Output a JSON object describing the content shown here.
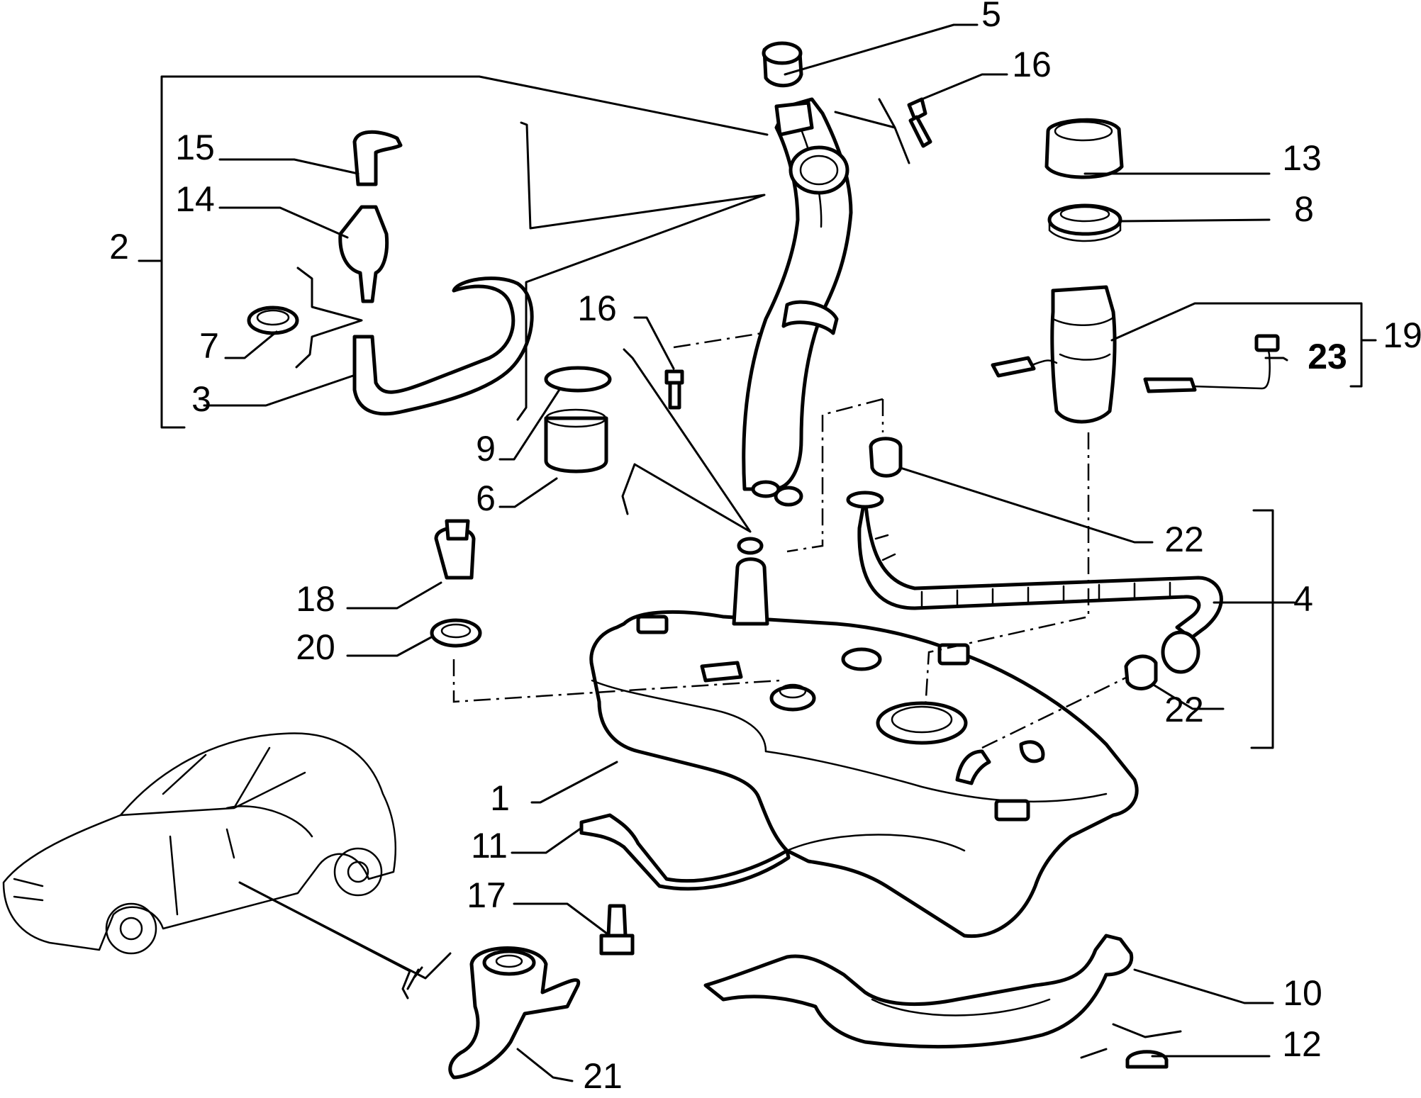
{
  "diagram": {
    "callouts": [
      {
        "id": "c1",
        "label": "1"
      },
      {
        "id": "c2",
        "label": "2"
      },
      {
        "id": "c3",
        "label": "3"
      },
      {
        "id": "c4",
        "label": "4"
      },
      {
        "id": "c5",
        "label": "5"
      },
      {
        "id": "c6",
        "label": "6"
      },
      {
        "id": "c7",
        "label": "7"
      },
      {
        "id": "c8",
        "label": "8"
      },
      {
        "id": "c9",
        "label": "9"
      },
      {
        "id": "c10",
        "label": "10"
      },
      {
        "id": "c11",
        "label": "11"
      },
      {
        "id": "c12",
        "label": "12"
      },
      {
        "id": "c13",
        "label": "13"
      },
      {
        "id": "c14",
        "label": "14"
      },
      {
        "id": "c15",
        "label": "15"
      },
      {
        "id": "c16a",
        "label": "16"
      },
      {
        "id": "c16b",
        "label": "16"
      },
      {
        "id": "c17",
        "label": "17"
      },
      {
        "id": "c18",
        "label": "18"
      },
      {
        "id": "c19",
        "label": "19"
      },
      {
        "id": "c20",
        "label": "20"
      },
      {
        "id": "c21",
        "label": "21"
      },
      {
        "id": "c22a",
        "label": "22"
      },
      {
        "id": "c22b",
        "label": "22"
      },
      {
        "id": "c23",
        "label": "23"
      }
    ]
  }
}
